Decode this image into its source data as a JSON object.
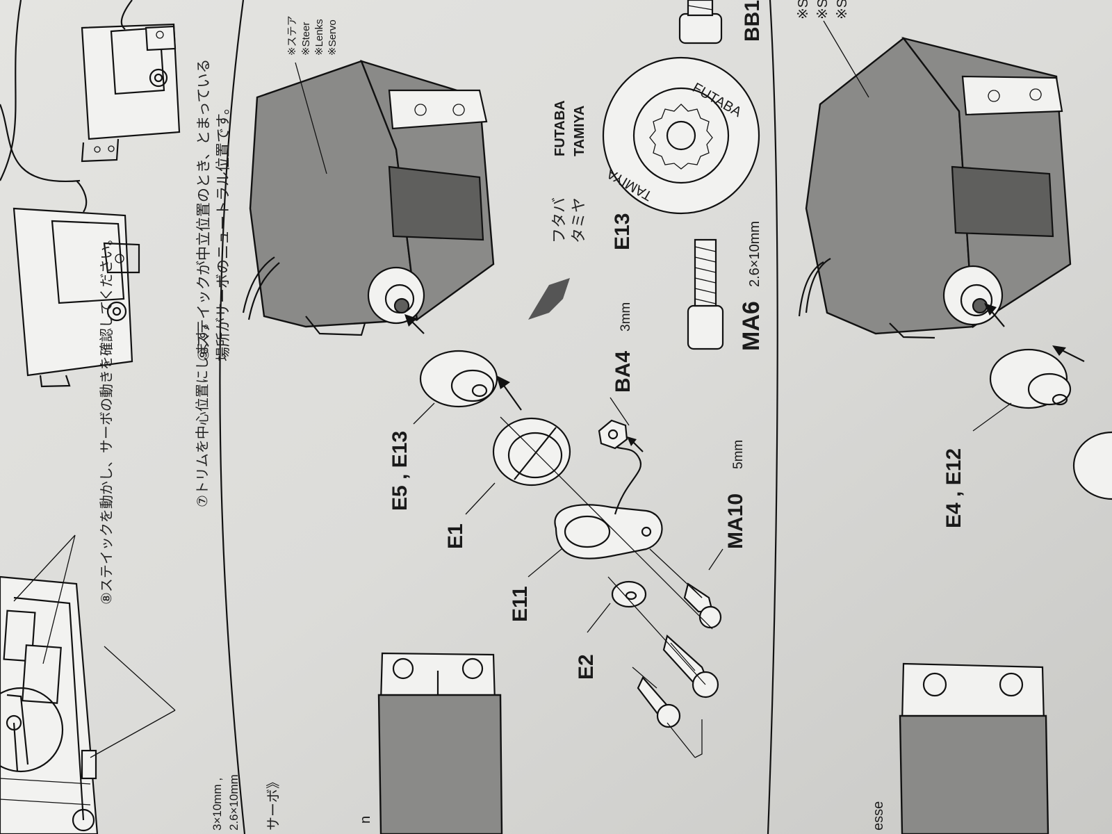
{
  "instructions": {
    "step7": "⑦トリムを中心位置にします。",
    "step8": "⑧ステイックを動かし、サーボの動きを確認してください。",
    "step9_line1": "⑨ステイックが中立位置のとき、とまっている",
    "step9_line2": "場所がサーボのニュートラル位置です。"
  },
  "section_title_fragment": "サーボ》",
  "left_edge_fragments": {
    "screw_a": "3×10mm ,",
    "screw_b": "2.6×10mm",
    "n_fragment": "n",
    "esse_fragment": "esse"
  },
  "notes_top": {
    "note1": "※ステア",
    "note2": "※Steer",
    "note3": "※Lenks",
    "note4": "※Servo"
  },
  "right_notes": {
    "n1": "※S",
    "n2": "※S",
    "n3": "※S"
  },
  "parts": {
    "e5_e13": "E5 , E13",
    "e1": "E1",
    "e11": "E11",
    "e2": "E2",
    "ba4": "BA4",
    "ba4_size": "3mm",
    "ma10": "MA10",
    "ma10_size": "5mm",
    "ma6": "MA6",
    "ma6_size": "2.6×10mm",
    "e13": "E13",
    "bb1": "BB1",
    "e4_e12": "E4 , E12"
  },
  "brands": {
    "futaba_jp": "フタバ",
    "tamiya_jp": "タミヤ",
    "futaba_en": "FUTABA",
    "tamiya_en": "TAMIYA",
    "ring_top": "FUTABA",
    "ring_bottom": "TAMIYA"
  }
}
